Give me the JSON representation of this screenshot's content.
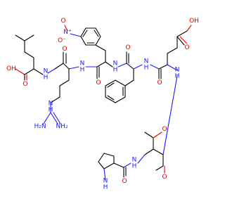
{
  "colors": {
    "oxygen": "#e60000",
    "nitrogen": "#1a1aff",
    "carbon": "#000000",
    "background": "#ffffff"
  },
  "labels": {
    "oh_leu": "OH",
    "o_leu": "O",
    "nh_leu": "N\nH",
    "o_arg": "O",
    "n_arg": "N\nH",
    "nh_gua": "N\nH",
    "hn_gua": "HN",
    "nh2_gua_a": "H₂N",
    "nh2_gua_b": "NH₂",
    "nitro_o1": "O",
    "nitro_n": "N⁺",
    "nitro_o2": "O⁻",
    "o_nphe": "O",
    "nh_nphe": "N\nH",
    "o_phe": "O",
    "nh_phe": "N\nH",
    "o_glu": "O",
    "nh_glu": "N\nH",
    "oh_glu": "OH",
    "o_glu_acid": "O",
    "o_thr": "O",
    "nh_thr": "N\nH",
    "o_thr_c": "O",
    "nh_pro_amide": "N\nH",
    "o_pro": "O",
    "nh_pro": "N\nH"
  }
}
